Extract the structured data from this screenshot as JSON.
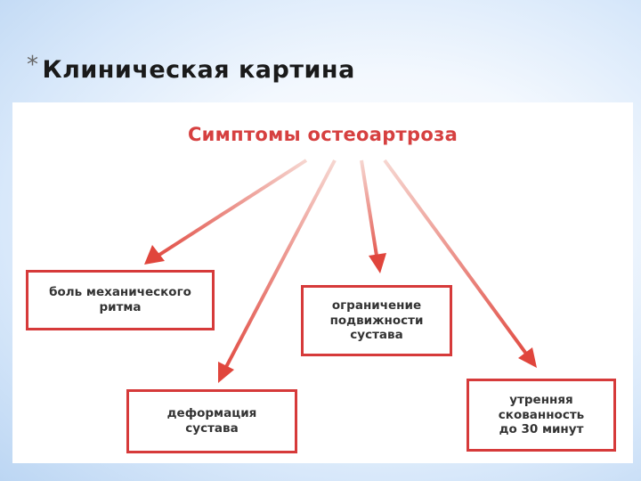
{
  "slide": {
    "bullet": "*",
    "title": "Клиническая картина"
  },
  "diagram": {
    "heading": "Симптомы остеоартроза",
    "boxes": [
      {
        "id": "pain",
        "lines": [
          "боль механического",
          "ритма"
        ]
      },
      {
        "id": "deformation",
        "lines": [
          "деформация",
          "сустава"
        ]
      },
      {
        "id": "mobility",
        "lines": [
          "ограничение",
          "подвижности",
          "сустава"
        ]
      },
      {
        "id": "stiffness",
        "lines": [
          "утренняя",
          "скованность",
          "до 30 минут"
        ]
      }
    ],
    "colors": {
      "accent": "#d63a3a",
      "heading": "#d64040",
      "arrow_start": "#f6d6d0",
      "arrow_end": "#e0453c",
      "box_text": "#333333"
    }
  }
}
